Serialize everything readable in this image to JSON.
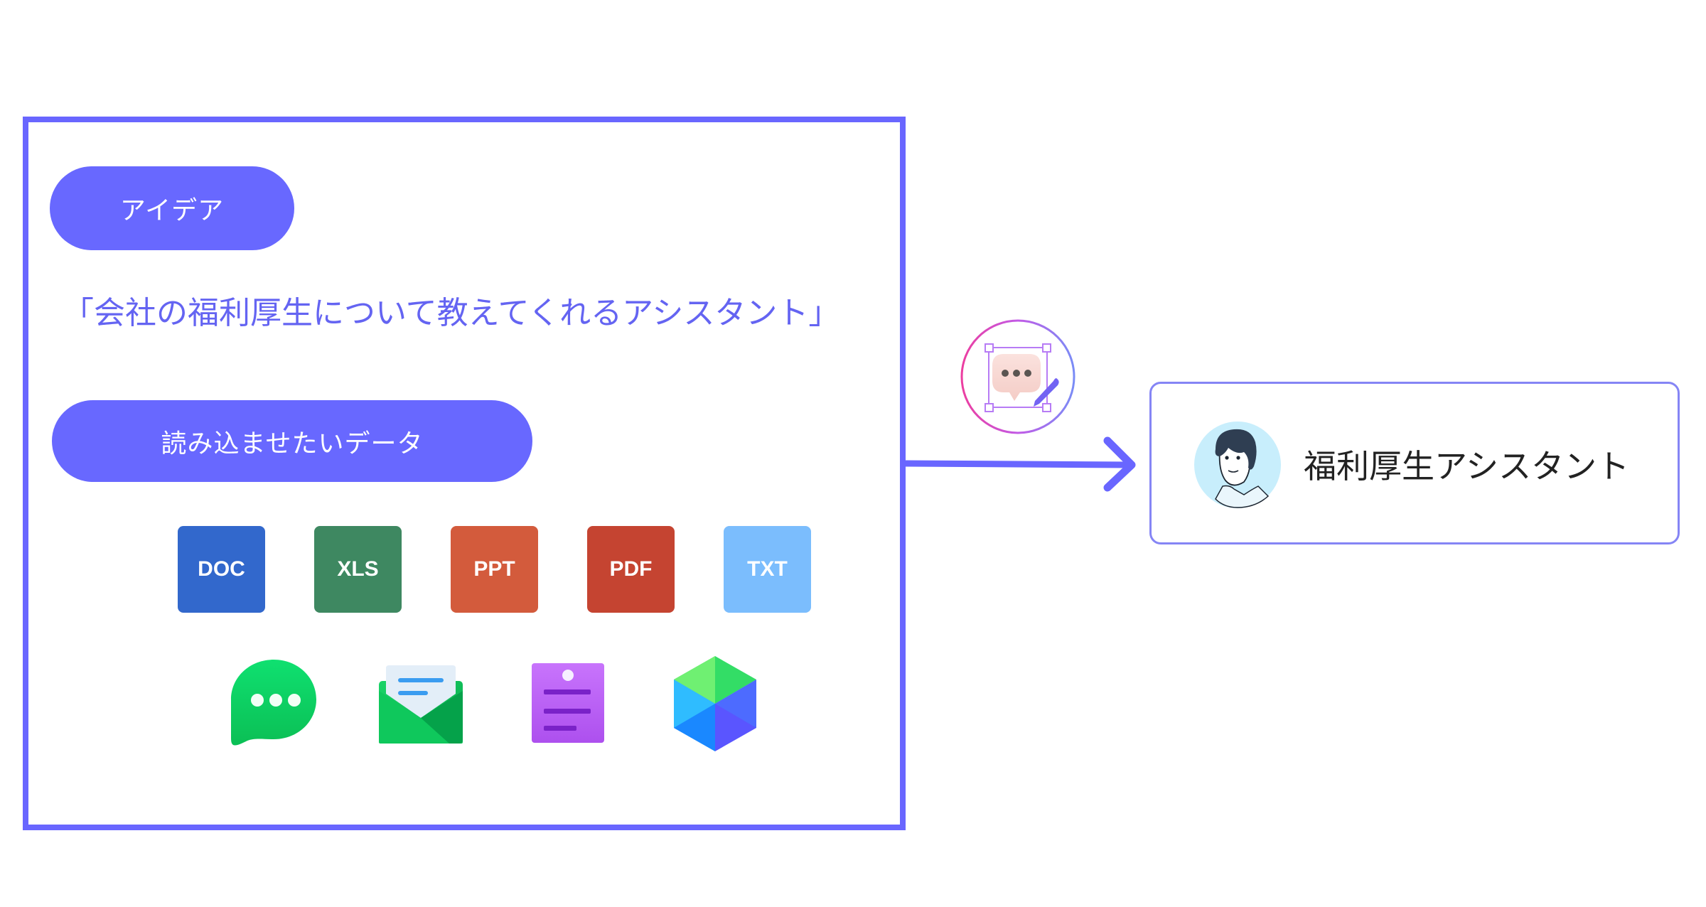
{
  "input_panel": {
    "idea_label": "アイデア",
    "idea_text": "「会社の福利厚生について教えてくれるアシスタント」",
    "data_label": "読み込ませたいデータ",
    "file_types": [
      {
        "label": "DOC",
        "color": "#3268cc"
      },
      {
        "label": "XLS",
        "color": "#3e8861"
      },
      {
        "label": "PPT",
        "color": "#d35b3c"
      },
      {
        "label": "PDF",
        "color": "#c54431"
      },
      {
        "label": "TXT",
        "color": "#7bbdfd"
      }
    ],
    "source_icons": [
      "chat-bubble-icon",
      "mail-icon",
      "note-icon",
      "cube-icon"
    ]
  },
  "process_icon": "chat-edit-icon",
  "output": {
    "title": "福利厚生アシスタント",
    "avatar": "person-avatar-icon"
  },
  "colors": {
    "accent": "#6868ff",
    "quote_text": "#6464f2",
    "card_border": "#8585f5",
    "avatar_bg": "#c8eefc"
  }
}
